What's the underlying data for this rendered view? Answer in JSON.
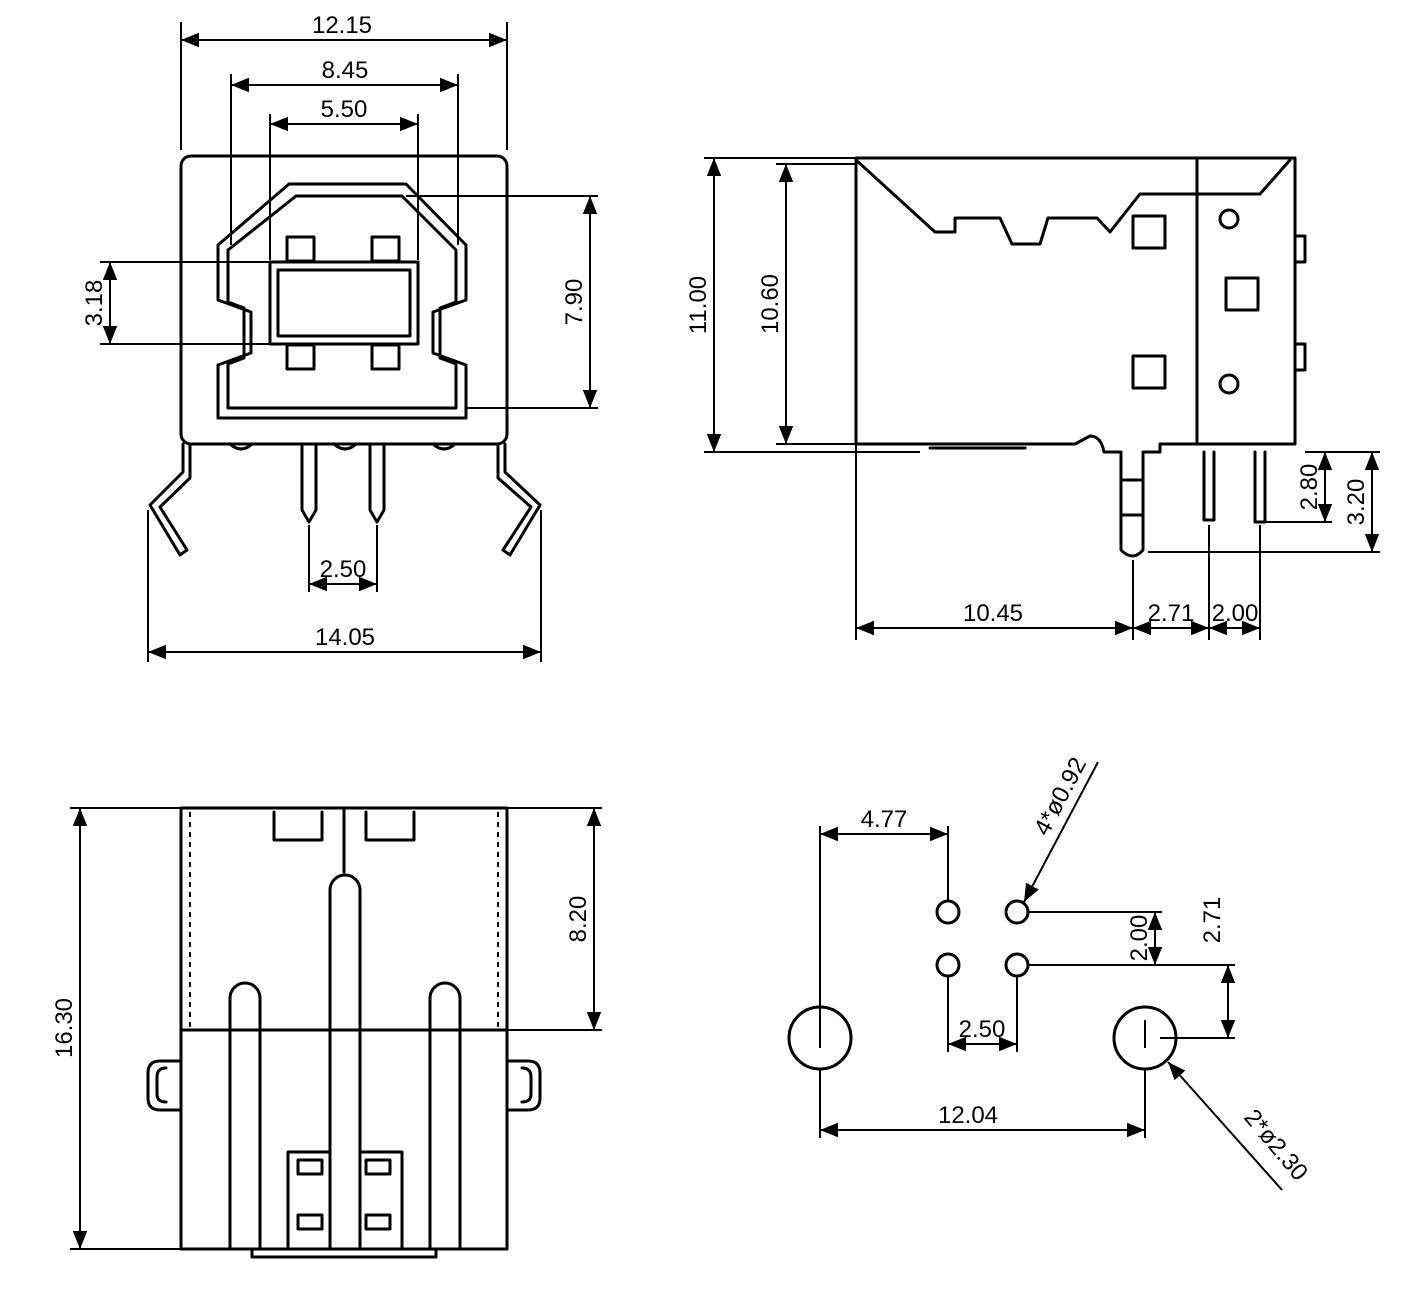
{
  "front_view": {
    "top_width": "12.15",
    "outer_width": "8.45",
    "inner_width": "5.50",
    "inner_height": "3.18",
    "opening_height": "7.90",
    "pin_pitch": "2.50",
    "overall_width": "14.05"
  },
  "side_view": {
    "overall_height": "11.00",
    "body_height": "10.60",
    "length": "10.45",
    "post_offset": "2.71",
    "pin_spacing": "2.00",
    "pin_length_short": "2.80",
    "pin_length_long": "3.20"
  },
  "bottom_view": {
    "overall_length": "16.30",
    "front_depth": "8.20"
  },
  "pcb_layout": {
    "pin_holes": "4*ø0.92",
    "offset_x": "4.77",
    "pin_pitch_x": "2.50",
    "pin_pitch_y": "2.00",
    "post_offset_y": "2.71",
    "post_spacing": "12.04",
    "post_holes": "2*ø2.30"
  }
}
